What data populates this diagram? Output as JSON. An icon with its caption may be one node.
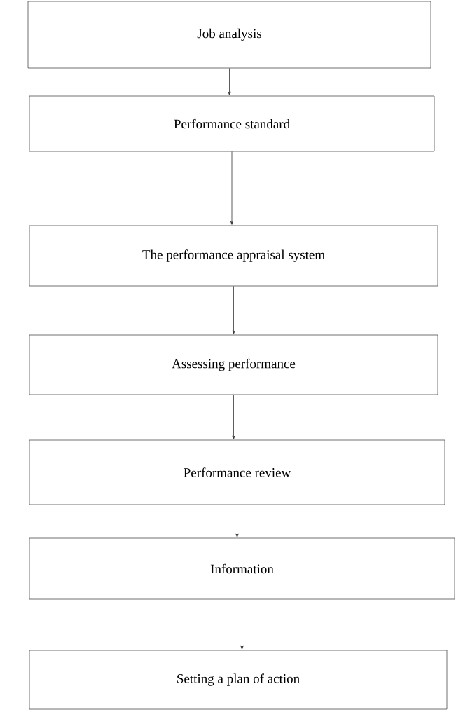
{
  "diagram": {
    "nodes": [
      {
        "text": [
          "Job analysis"
        ]
      },
      {
        "text": [
          "Performance standard"
        ]
      },
      {
        "text": [
          "The performance appraisal system"
        ]
      },
      {
        "text": [
          "Assessing performance"
        ]
      },
      {
        "text": [
          "Performance review"
        ]
      },
      {
        "text": [
          "Information"
        ]
      },
      {
        "text": [
          "Setting a plan of action"
        ]
      }
    ],
    "edges": [
      {
        "from": 0,
        "to": 1,
        "arrow": "to"
      },
      {
        "from": 1,
        "to": 2,
        "arrow": "to"
      },
      {
        "from": 2,
        "to": 3,
        "arrow": "to"
      },
      {
        "from": 3,
        "to": 4,
        "arrow": "to"
      },
      {
        "from": 4,
        "to": 5,
        "arrow": "to"
      },
      {
        "from": 5,
        "to": 6,
        "arrow": "to"
      }
    ]
  }
}
